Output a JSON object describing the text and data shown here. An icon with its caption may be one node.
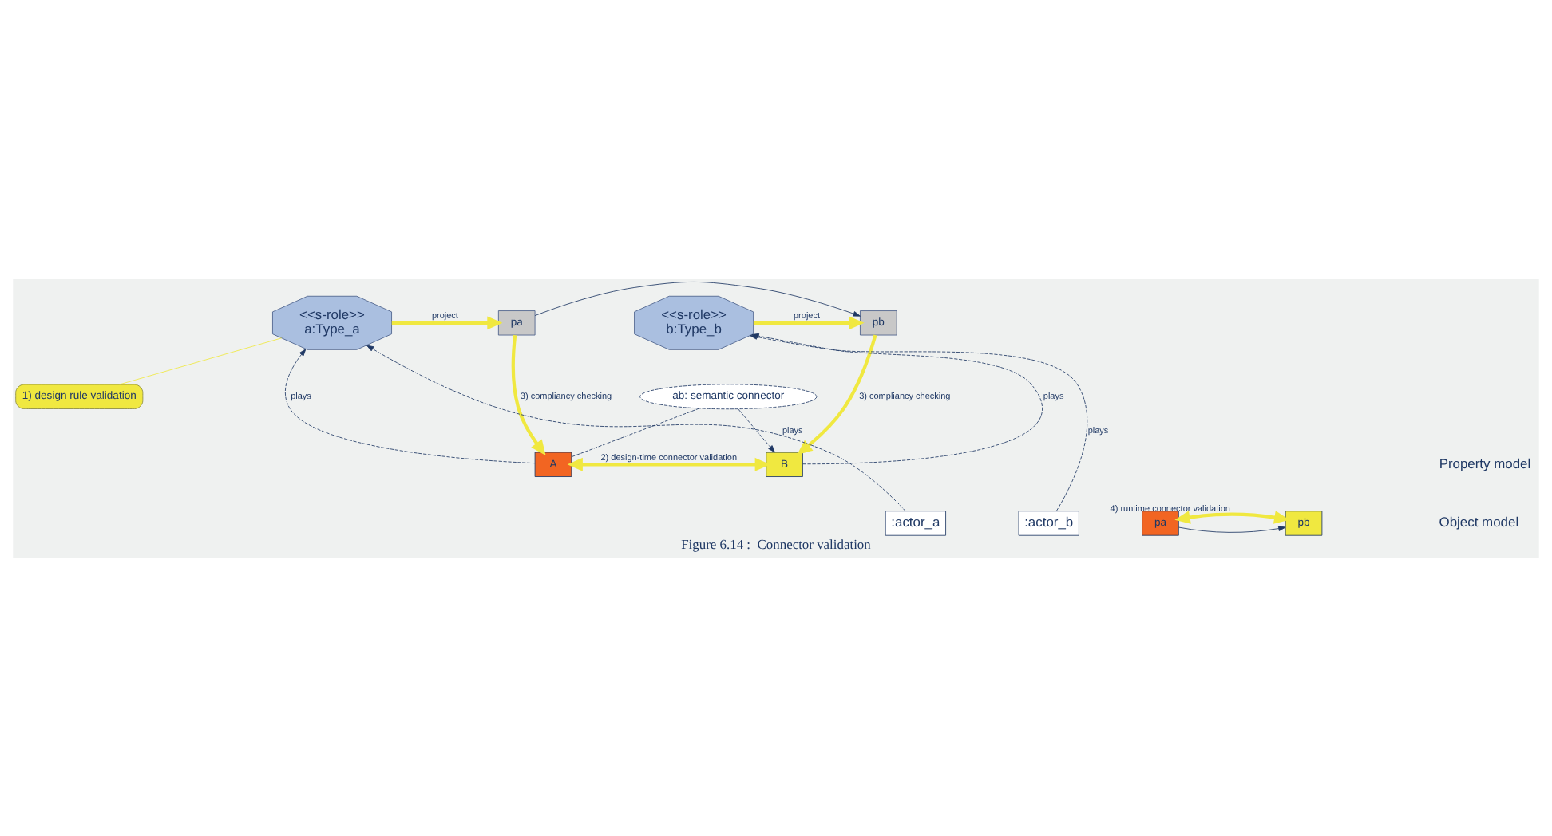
{
  "diagram": {
    "caption": "Figure 6.14 :  Connector validation",
    "nodes": [
      {
        "text": [
          "<<s-role>>",
          "a:Type_a"
        ]
      },
      {
        "text": [
          "pa"
        ]
      },
      {
        "text": [
          "pb"
        ]
      },
      {
        "text": [
          "<<s-role>>",
          "b:Type_b"
        ]
      },
      {
        "text": [
          "1) design rule validation"
        ]
      },
      {
        "text": [
          "ab: semantic connector"
        ]
      },
      {
        "text": [
          "A"
        ]
      },
      {
        "text": [
          "B"
        ]
      },
      {
        "text": [
          ":actor_a"
        ]
      },
      {
        "text": [
          "pa"
        ]
      },
      {
        "text": [
          "pb"
        ]
      },
      {
        "text": [
          ":actor_b"
        ]
      }
    ],
    "edges": [
      {
        "from": 0,
        "to": 1,
        "arrow": "to",
        "label": "project",
        "style": "thick",
        "color": "#f0e840"
      },
      {
        "from": 3,
        "to": 2,
        "arrow": "to",
        "label": "project",
        "style": "thick",
        "color": "#f0e840"
      },
      {
        "from": 1,
        "to": 2,
        "arrow": "to"
      },
      {
        "from": 1,
        "to": 6,
        "arrow": "to",
        "label": "3) compliancy checking",
        "style": "thick",
        "color": "#f0e840"
      },
      {
        "from": 2,
        "to": 7,
        "arrow": "to",
        "label": "3) compliancy checking",
        "style": "thick",
        "color": "#f0e840"
      },
      {
        "from": 6,
        "to": 0,
        "arrow": "to",
        "label": "plays",
        "style": "dashed"
      },
      {
        "from": 7,
        "to": 3,
        "arrow": "to",
        "label": "plays",
        "style": "dashed"
      },
      {
        "from": 4,
        "to": 0,
        "arrow": "none",
        "color": "#f0e840"
      },
      {
        "from": 5,
        "to": 6,
        "arrow": "none",
        "style": "dashed"
      },
      {
        "from": 5,
        "to": 7,
        "arrow": "to",
        "style": "dashed"
      },
      {
        "from": 6,
        "to": 7,
        "arrow": "both",
        "label": "2) design-time connector validation",
        "style": "thick",
        "color": "#f0e840"
      },
      {
        "from": 8,
        "to": 0,
        "arrow": "to",
        "label": "plays",
        "style": "dashed"
      },
      {
        "from": 11,
        "to": 3,
        "arrow": "to",
        "label": "plays",
        "style": "dashed"
      },
      {
        "from": 9,
        "to": 10,
        "arrow": "to"
      },
      {
        "from": 9,
        "to": 10,
        "arrow": "both",
        "label": "4) runtime connector validation",
        "style": "thick",
        "color": "#f0e840"
      }
    ],
    "labels": [
      "Property model",
      "Object model"
    ]
  }
}
